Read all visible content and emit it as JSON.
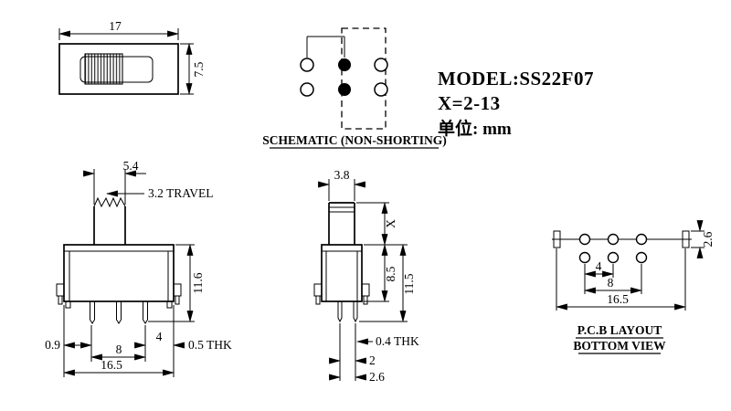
{
  "title_block": {
    "model": "MODEL:SS22F07",
    "x_range": "X=2-13",
    "unit": "单位: mm"
  },
  "top_view": {
    "dim_width": "17",
    "dim_height": "7.5"
  },
  "schematic": {
    "caption": "SCHEMATIC (NON-SHORTING)"
  },
  "front_view": {
    "dim_knob_width": "5.4",
    "dim_travel": "3.2 TRAVEL",
    "dim_height": "11.6",
    "dim_pin_offset": "0.9",
    "dim_pin_span": "8",
    "dim_pin_to_edge": "4",
    "dim_terminal_thickness": "0.5 THK",
    "dim_total_width": "16.5"
  },
  "side_view": {
    "dim_knob_width": "3.8",
    "dim_actuator_height": "X",
    "dim_body_height": "8.5",
    "dim_total_height": "11.5",
    "dim_terminal_thickness": "0.4 THK",
    "dim_pin_gap": "2",
    "dim_row_pitch": "2.6"
  },
  "pcb_layout": {
    "dim_row_pitch": "2.6",
    "dim_hole_pitch": "4",
    "dim_hole_span": "8",
    "dim_total_width": "16.5",
    "caption_line1": "P.C.B LAYOUT",
    "caption_line2": "BOTTOM VIEW"
  }
}
